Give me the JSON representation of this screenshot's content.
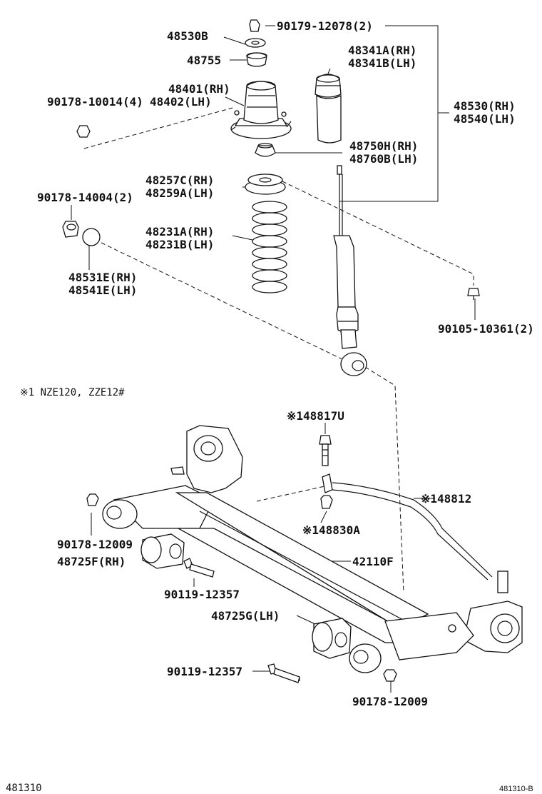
{
  "labels": {
    "p90179_12078": "90179-12078(2)",
    "p48530b": "48530B",
    "p48755": "48755",
    "p48341a": "48341A(RH)",
    "p48341b": "48341B(LH)",
    "p48401": "48401(RH)",
    "p48402": "48402(LH)",
    "p90178_10014": "90178-10014(4)",
    "p48530": "48530(RH)",
    "p48540": "48540(LH)",
    "p48750h": "48750H(RH)",
    "p48760b": "48760B(LH)",
    "p48257c": "48257C(RH)",
    "p48259a": "48259A(LH)",
    "p90178_14004": "90178-14004(2)",
    "p48231a": "48231A(RH)",
    "p48231b": "48231B(LH)",
    "p48531e": "48531E(RH)",
    "p48541e": "48541E(LH)",
    "p90105_10361": "90105-10361(2)",
    "note": "※1  NZE120, ZZE12#",
    "p48817u": "※148817U",
    "p48812": "※148812",
    "p48830a": "※148830A",
    "p90178_12009_a": "90178-12009",
    "p48725f": "48725F(RH)",
    "p42110f": "42110F",
    "p90119_12357_a": "90119-12357",
    "p48725g": "48725G(LH)",
    "p90119_12357_b": "90119-12357",
    "p90178_12009_b": "90178-12009",
    "fig_code": "481310",
    "fig_ref": "481310-B"
  }
}
